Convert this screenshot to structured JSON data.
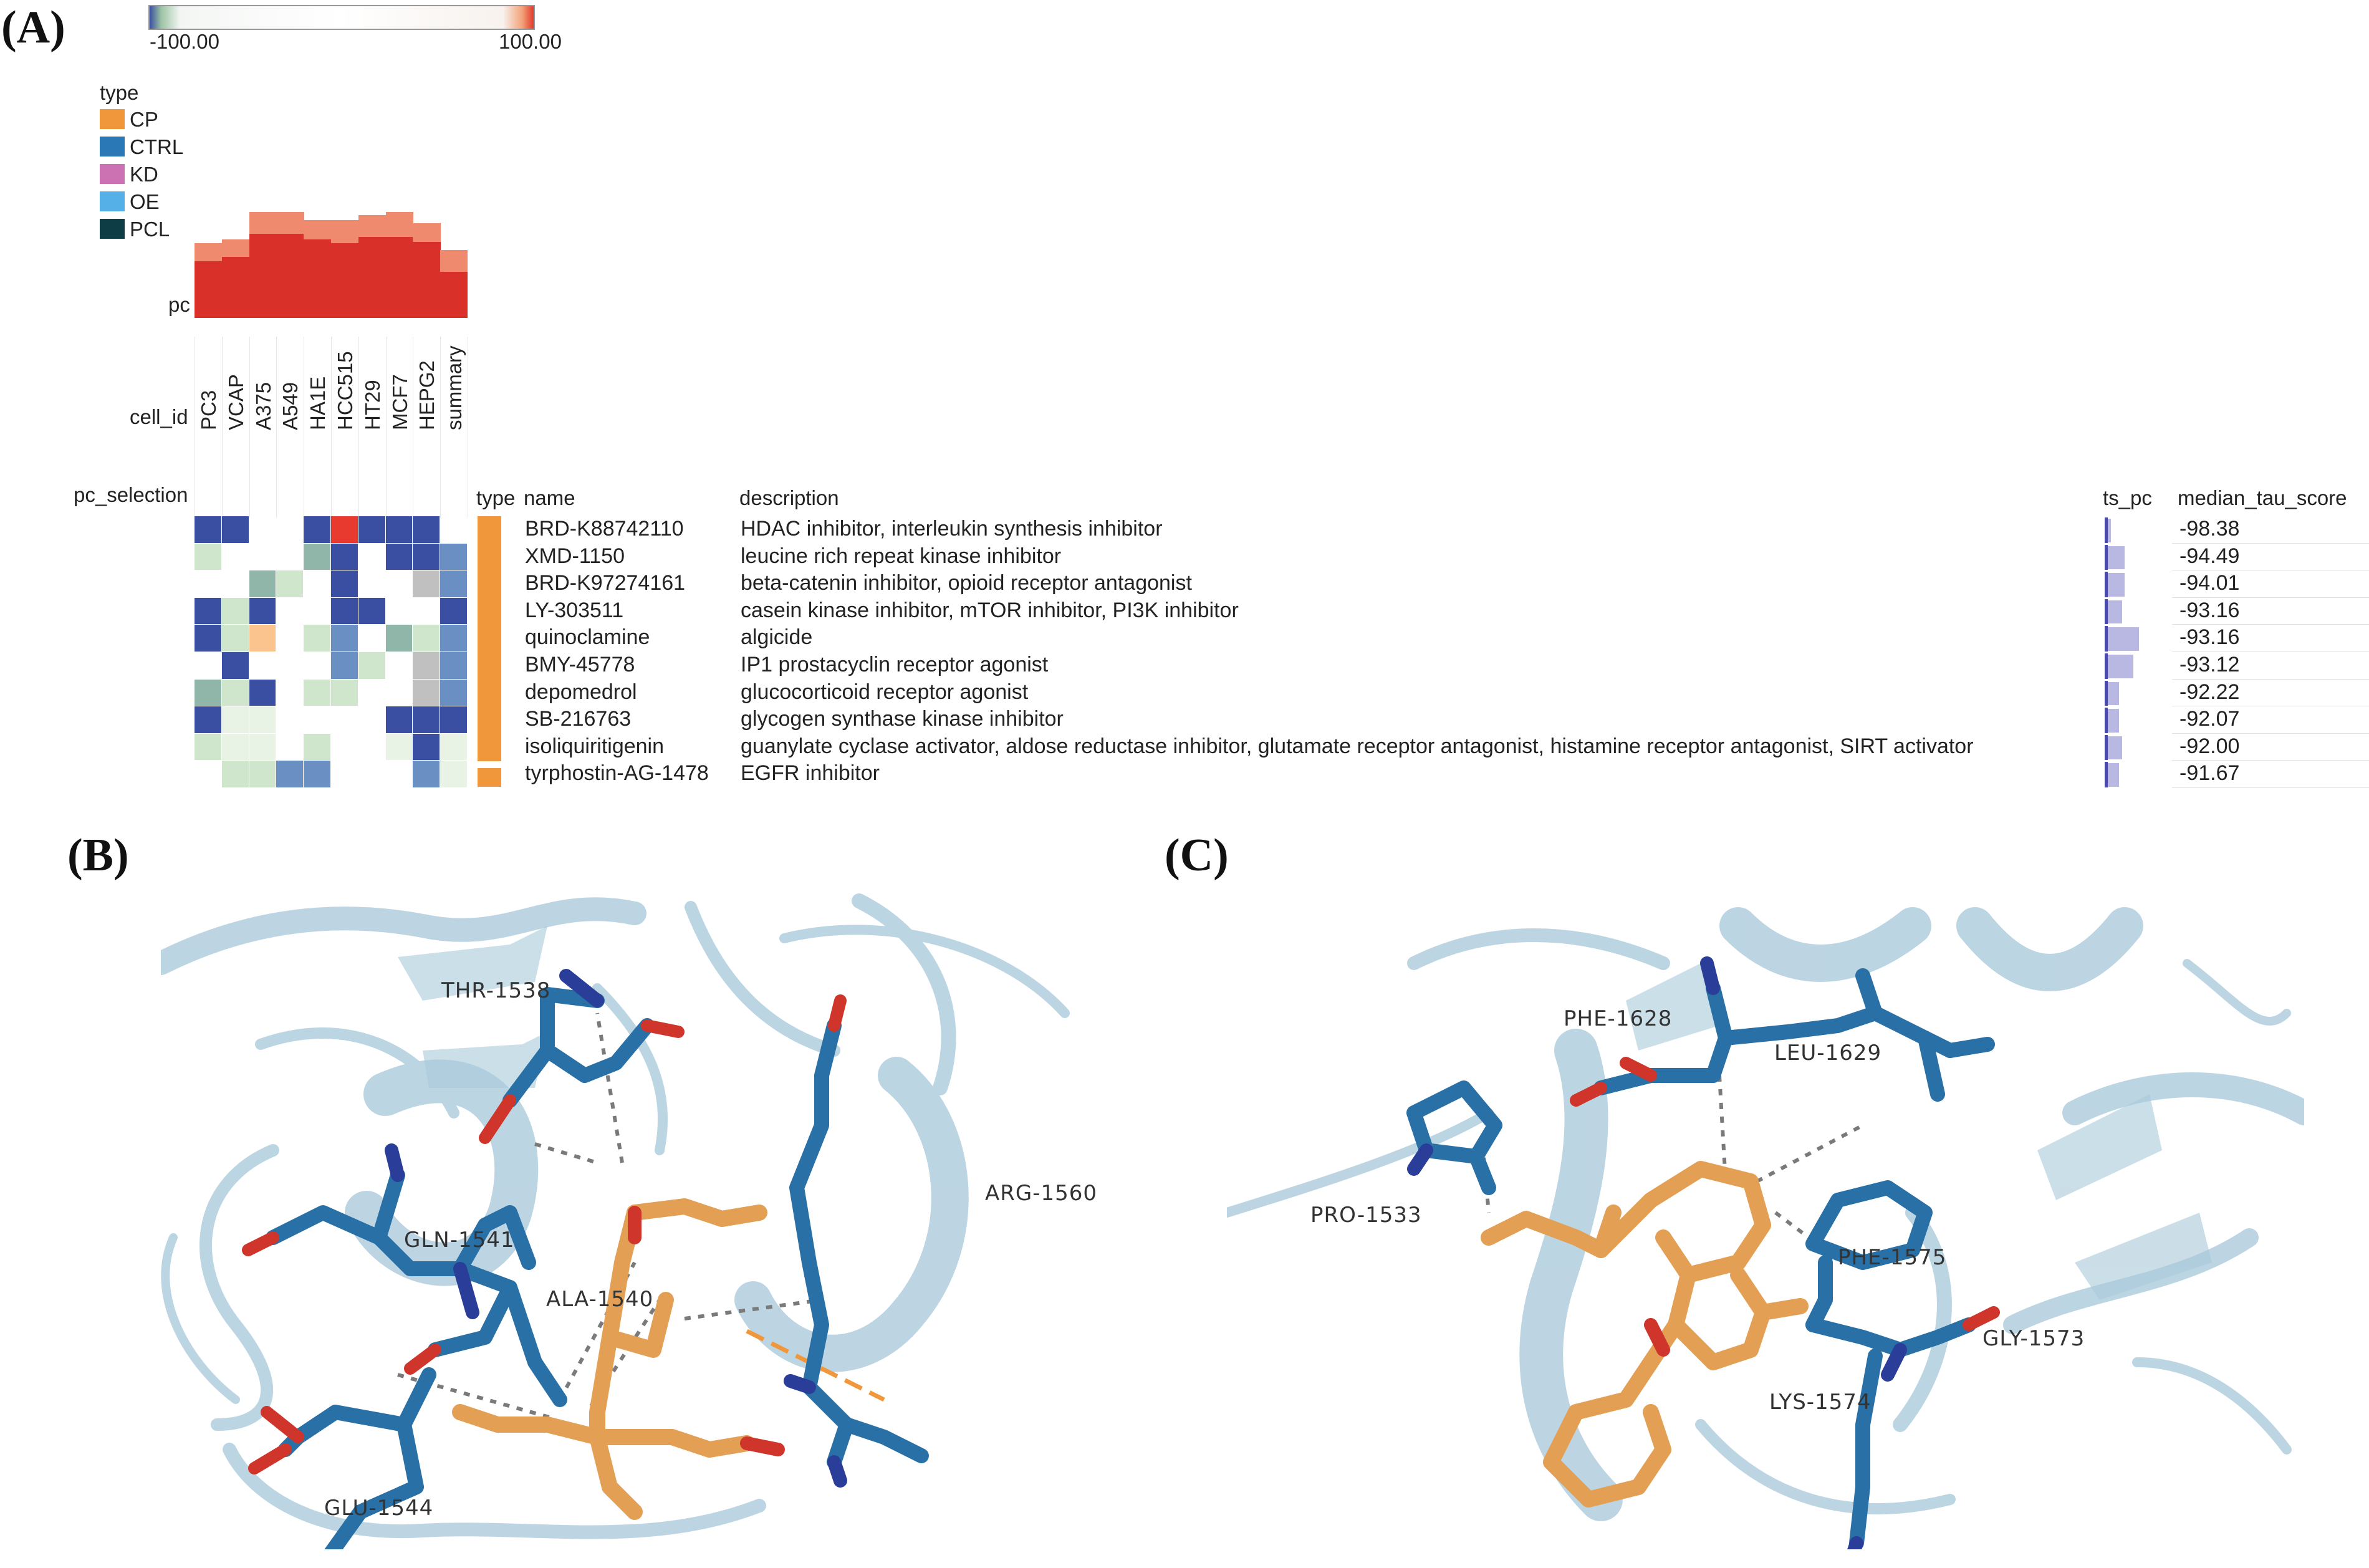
{
  "panels": {
    "a": "(A)",
    "b": "(B)",
    "c": "(C)"
  },
  "colorbar": {
    "min": "-100.00",
    "max": "100.00"
  },
  "legend": {
    "title": "type",
    "items": [
      {
        "label": "CP",
        "color": "#f0973c"
      },
      {
        "label": "CTRL",
        "color": "#2a78b5"
      },
      {
        "label": "KD",
        "color": "#cc72b2"
      },
      {
        "label": "OE",
        "color": "#56b0e8"
      },
      {
        "label": "PCL",
        "color": "#0e3d46"
      }
    ]
  },
  "header": {
    "pc": "pc",
    "cell_id": "cell_id",
    "pc_selection": "pc_selection",
    "type": "type",
    "name": "name",
    "description": "description",
    "ts_pc": "ts_pc",
    "median_tau_score": "median_tau_score"
  },
  "cells": [
    "PC3",
    "VCAP",
    "A375",
    "A549",
    "HA1E",
    "HCC515",
    "HT29",
    "MCF7",
    "HEPG2",
    "summary"
  ],
  "pc_bars": [
    {
      "light": 0.55,
      "dark": 0.42
    },
    {
      "light": 0.58,
      "dark": 0.45
    },
    {
      "light": 0.78,
      "dark": 0.62
    },
    {
      "light": 0.78,
      "dark": 0.62
    },
    {
      "light": 0.72,
      "dark": 0.58
    },
    {
      "light": 0.72,
      "dark": 0.55
    },
    {
      "light": 0.76,
      "dark": 0.6
    },
    {
      "light": 0.78,
      "dark": 0.6
    },
    {
      "light": 0.7,
      "dark": 0.56
    },
    {
      "light": 0.5,
      "dark": 0.34
    }
  ],
  "rows": [
    {
      "name": "BRD-K88742110",
      "description": "HDAC inhibitor, interleukin synthesis inhibitor",
      "score": "-98.38",
      "cp": true,
      "ts": 0.05,
      "heat": [
        "d",
        "d",
        "",
        "",
        "d",
        "r",
        "d",
        "d",
        "d",
        ""
      ]
    },
    {
      "name": "XMD-1150",
      "description": "leucine rich repeat kinase inhibitor",
      "score": "-94.49",
      "cp": true,
      "ts": 0.3,
      "heat": [
        "lg",
        "",
        "",
        "",
        "t",
        "d",
        "",
        "d",
        "d",
        "m"
      ]
    },
    {
      "name": "BRD-K97274161",
      "description": "beta-catenin inhibitor, opioid receptor antagonist",
      "score": "-94.01",
      "cp": true,
      "ts": 0.3,
      "heat": [
        "",
        "",
        "t",
        "lg",
        "",
        "d",
        "",
        "",
        "g",
        "m"
      ]
    },
    {
      "name": "LY-303511",
      "description": "casein kinase inhibitor, mTOR inhibitor, PI3K inhibitor",
      "score": "-93.16",
      "cp": true,
      "ts": 0.25,
      "heat": [
        "d",
        "lg",
        "d",
        "",
        "",
        "d",
        "d",
        "",
        "",
        "d"
      ]
    },
    {
      "name": "quinoclamine",
      "description": "algicide",
      "score": "-93.16",
      "cp": true,
      "ts": 0.55,
      "heat": [
        "d",
        "lg",
        "o",
        "",
        "lg",
        "m",
        "",
        "t",
        "lg",
        "m"
      ]
    },
    {
      "name": "BMY-45778",
      "description": "IP1 prostacyclin receptor agonist",
      "score": "-93.12",
      "cp": true,
      "ts": 0.45,
      "heat": [
        "",
        "d",
        "",
        "",
        "",
        "m",
        "lg",
        "",
        "g",
        "m"
      ]
    },
    {
      "name": "depomedrol",
      "description": "glucocorticoid receptor agonist",
      "score": "-92.22",
      "cp": true,
      "ts": 0.2,
      "heat": [
        "t",
        "lg",
        "d",
        "",
        "lg",
        "lg",
        "",
        "",
        "g",
        "m"
      ]
    },
    {
      "name": "SB-216763",
      "description": "glycogen synthase kinase inhibitor",
      "score": "-92.07",
      "cp": true,
      "ts": 0.2,
      "heat": [
        "d",
        "vl",
        "vl",
        "",
        "",
        "",
        "",
        "d",
        "d",
        "d"
      ]
    },
    {
      "name": "isoliquiritigenin",
      "description": "guanylate cyclase activator, aldose reductase inhibitor, glutamate receptor antagonist, histamine receptor antagonist, SIRT activator",
      "score": "-92.00",
      "cp": true,
      "ts": 0.25,
      "heat": [
        "lg",
        "vl",
        "vl",
        "",
        "lg",
        "",
        "",
        "vl",
        "d",
        "vl"
      ]
    },
    {
      "name": "tyrphostin-AG-1478",
      "description": "EGFR inhibitor",
      "score": "-91.67",
      "cp": true,
      "ts": 0.2,
      "heat": [
        "",
        "lg",
        "lg",
        "m",
        "m",
        "",
        "",
        "",
        "m",
        "vl"
      ]
    }
  ],
  "panel_b_labels": [
    "THR-1538",
    "GLN-1541",
    "ALA-1540",
    "ARG-1560",
    "GLU-1544"
  ],
  "panel_c_labels": [
    "PHE-1628",
    "LEU-1629",
    "PRO-1533",
    "PHE-1575",
    "GLY-1573",
    "LYS-1574"
  ]
}
